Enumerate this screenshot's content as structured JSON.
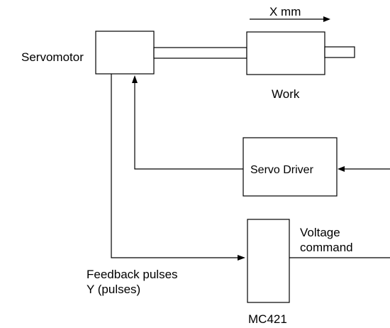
{
  "labels": {
    "servomotor": "Servomotor",
    "x_mm": "X mm",
    "work": "Work",
    "servo_driver": "Servo Driver",
    "voltage_line1": "Voltage",
    "voltage_line2": "command",
    "feedback_line1": "Feedback pulses",
    "feedback_line2": "Y (pulses)",
    "mc421": "MC421"
  }
}
